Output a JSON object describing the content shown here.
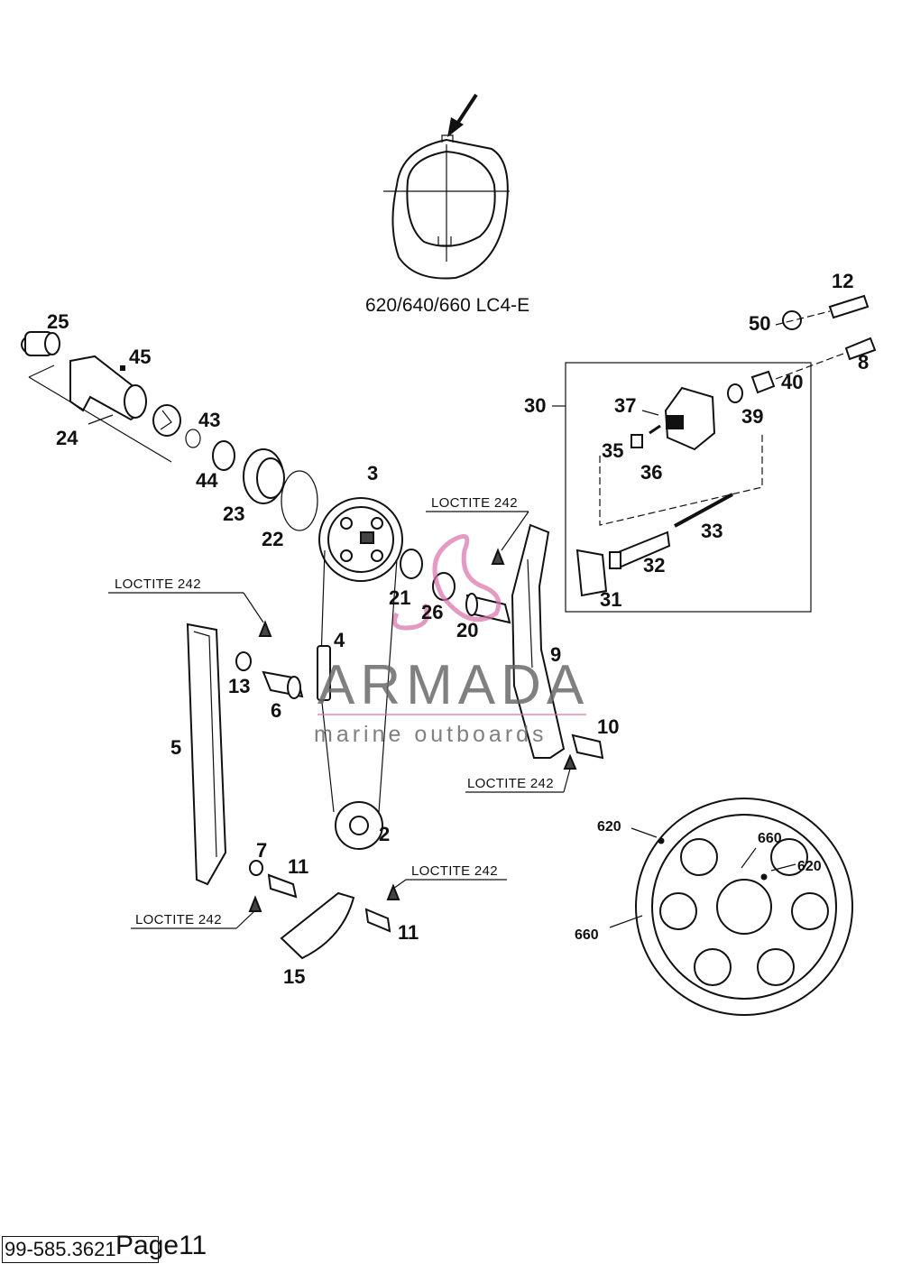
{
  "diagram": {
    "caption": "620/640/660 LC4-E",
    "loctite_label": "LOCTITE 242",
    "callouts": [
      "25",
      "45",
      "24",
      "43",
      "44",
      "23",
      "22",
      "3",
      "21",
      "26",
      "20",
      "9",
      "10",
      "4",
      "13",
      "6",
      "5",
      "2",
      "7",
      "11",
      "11",
      "15",
      "30",
      "37",
      "35",
      "36",
      "39",
      "40",
      "12",
      "50",
      "8",
      "33",
      "32",
      "31"
    ],
    "sprocket_marks": [
      "620",
      "660",
      "660",
      "620"
    ],
    "watermark": {
      "brand": "ARMADA",
      "tagline": "marine outboards",
      "accent_color": "#d86fa8"
    }
  },
  "footer": {
    "doc_number": "99-585.3621",
    "page_label": "Page11"
  }
}
